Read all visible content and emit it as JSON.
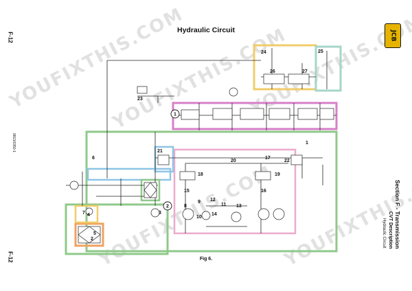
{
  "header": {
    "title": "Hydraulic Circuit"
  },
  "page_numbers": {
    "top": "F-12",
    "bottom": "F-12"
  },
  "document_ref": "9813/0350-1",
  "side": {
    "section": "Section F - Transmission",
    "subsection": "CVT Description",
    "topic": "Hydraulic Circuit"
  },
  "logo": {
    "text": "JCB",
    "color": "#e6b400"
  },
  "watermark": "YOUFIXTHIS.COM",
  "figure": {
    "caption": "Fig 6."
  },
  "diagram": {
    "component_numbers": [
      "1",
      "2",
      "3",
      "4",
      "5",
      "6",
      "7",
      "8",
      "9",
      "10",
      "11",
      "12",
      "13",
      "14",
      "15",
      "16",
      "17",
      "18",
      "19",
      "20",
      "21",
      "22",
      "23",
      "24",
      "25",
      "26",
      "27"
    ],
    "circled_labels": [
      "1",
      "2"
    ],
    "zone_colors": {
      "green": "#8fc98a",
      "magenta": "#d77fc8",
      "pink": "#ecaacb",
      "blue": "#8ec5e6",
      "yellow": "#f1cc6a",
      "teal": "#a5d6c8",
      "orange": "#f0a260",
      "line": "#222222"
    }
  }
}
